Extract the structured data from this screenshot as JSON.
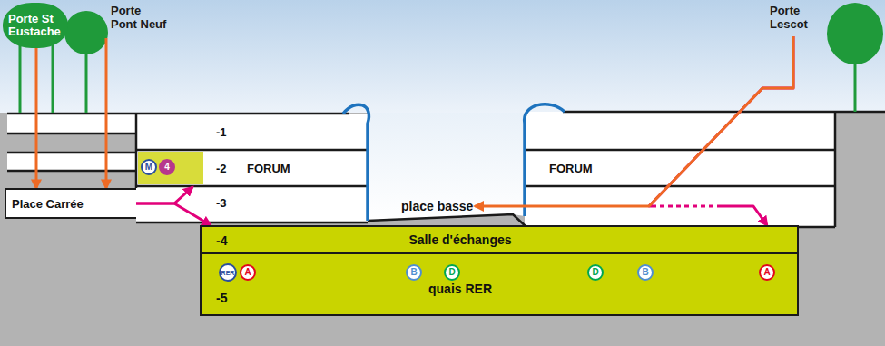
{
  "diagram": {
    "nodes": [
      {
        "text": [
          "Porte St Eustache"
        ]
      },
      {
        "text": [
          "Porte Pont Neuf"
        ]
      },
      {
        "text": [
          "Porte Lescot"
        ]
      },
      {
        "text": [
          "-1"
        ]
      },
      {
        "text": [
          "-2",
          "FORUM"
        ]
      },
      {
        "text": [
          "M"
        ],
        "in": 4
      },
      {
        "text": [
          "4"
        ],
        "in": 4
      },
      {
        "text": [
          "-3"
        ]
      },
      {
        "text": [
          "Place Carrée"
        ]
      },
      {
        "text": [
          "FORUM"
        ]
      },
      {
        "text": [
          "place basse"
        ]
      },
      {
        "text": [
          "-4",
          "Salle d'échanges"
        ]
      },
      {
        "text": [
          "-5",
          "quais RER"
        ]
      },
      {
        "text": [
          "RER"
        ],
        "in": 12
      },
      {
        "text": [
          "A"
        ],
        "in": 12
      },
      {
        "text": [
          "B"
        ],
        "in": 12
      },
      {
        "text": [
          "D"
        ],
        "in": 12
      },
      {
        "text": [
          "D"
        ],
        "in": 12
      },
      {
        "text": [
          "B"
        ],
        "in": 12
      },
      {
        "text": [
          "A"
        ],
        "in": 12
      }
    ],
    "edges": [
      {
        "from": 0,
        "to": 8,
        "arrow": "to"
      },
      {
        "from": 1,
        "to": 8,
        "arrow": "to"
      },
      {
        "from": 2,
        "to": 10,
        "arrow": "to"
      },
      {
        "from": 8,
        "to": 4,
        "arrow": "to"
      },
      {
        "from": 8,
        "to": 11,
        "arrow": "to"
      },
      {
        "from": 2,
        "to": 11,
        "arrow": "to"
      }
    ]
  }
}
